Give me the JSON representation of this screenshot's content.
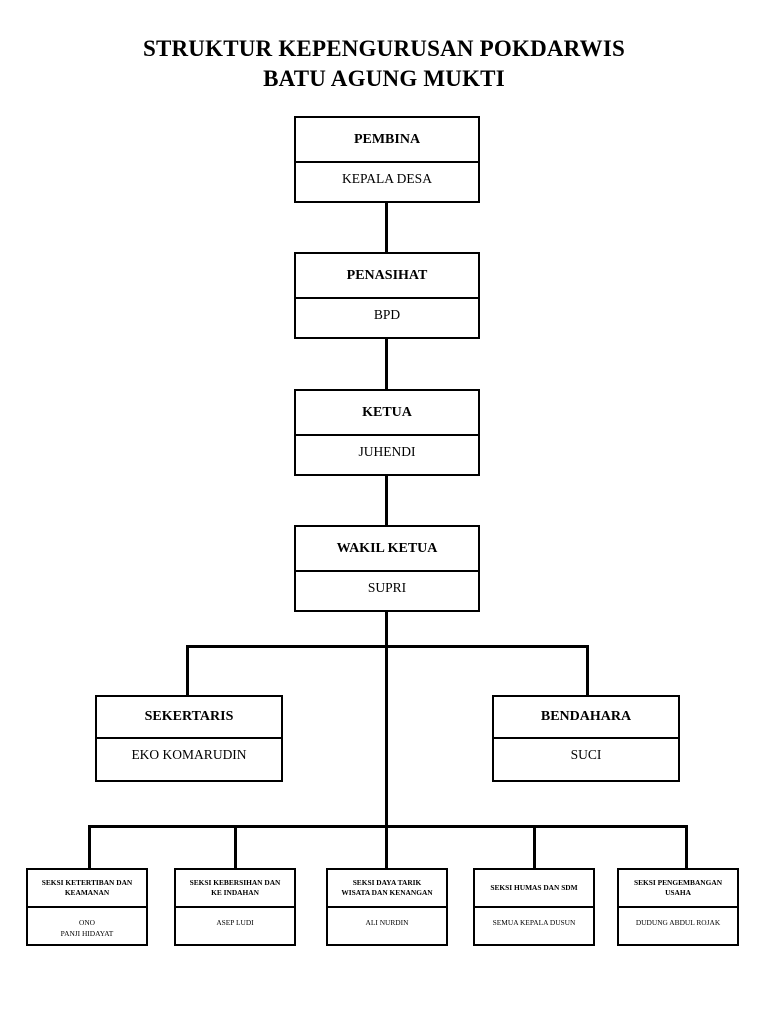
{
  "title": {
    "line1": "STRUKTUR KEPENGURUSAN POKDARWIS",
    "line2": "BATU AGUNG MUKTI"
  },
  "colors": {
    "background": "#ffffff",
    "line": "#000000",
    "text": "#000000"
  },
  "chain": [
    {
      "title": "PEMBINA",
      "name": "KEPALA DESA"
    },
    {
      "title": "PENASIHAT",
      "name": "BPD"
    },
    {
      "title": "KETUA",
      "name": "JUHENDI"
    },
    {
      "title": "WAKIL KETUA",
      "name": "SUPRI"
    }
  ],
  "officers": [
    {
      "title": "SEKERTARIS",
      "name": "EKO KOMARUDIN"
    },
    {
      "title": "BENDAHARA",
      "name": "SUCI"
    }
  ],
  "sections": [
    {
      "title": "SEKSI KETERTIBAN DAN\nKEAMANAN",
      "name": "ONO\nPANJI  HIDAYAT"
    },
    {
      "title": "SEKSI KEBERSIHAN DAN\nKE INDAHAN",
      "name": "ASEP LUDI"
    },
    {
      "title": "SEKSI DAYA TARIK\nWISATA DAN KENANGAN",
      "name": "ALI NURDIN"
    },
    {
      "title": "SEKSI HUMAS DAN SDM",
      "name": "SEMUA KEPALA DUSUN"
    },
    {
      "title": "SEKSI PENGEMBANGAN\nUSAHA",
      "name": "DUDUNG ABDUL ROJAK"
    }
  ]
}
